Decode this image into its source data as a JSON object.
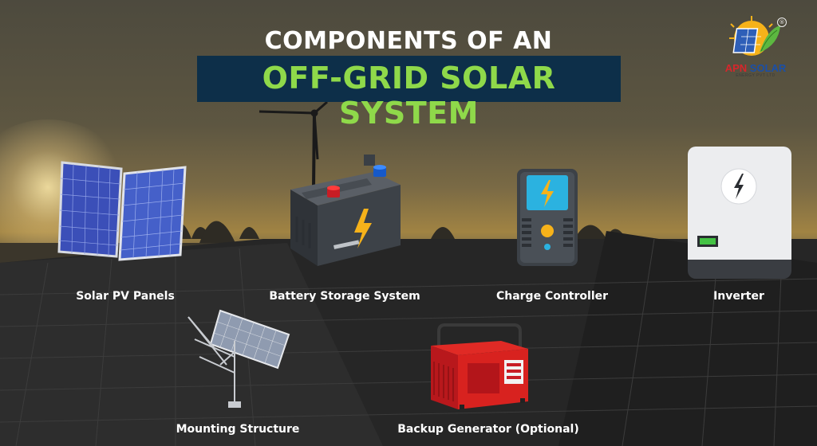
{
  "header": {
    "title_line1": "COMPONENTS OF AN",
    "title_line2": "OFF-GRID SOLAR SYSTEM"
  },
  "logo": {
    "brand_red": "APN",
    "brand_blue": "SOLAR",
    "subtitle": "ENERGY PVT LTD",
    "registered_mark": "®"
  },
  "components": [
    {
      "label": "Solar PV Panels",
      "icon": "solar-panel-icon"
    },
    {
      "label": "Battery Storage System",
      "icon": "battery-icon"
    },
    {
      "label": "Charge Controller",
      "icon": "charge-controller-icon"
    },
    {
      "label": "Inverter",
      "icon": "inverter-icon"
    },
    {
      "label": "Mounting Structure",
      "icon": "mounting-structure-icon"
    },
    {
      "label": "Backup Generator (Optional)",
      "icon": "generator-icon"
    }
  ],
  "colors": {
    "title_box": "#0d2f49",
    "title_accent": "#8fd94a",
    "text": "#ffffff"
  }
}
